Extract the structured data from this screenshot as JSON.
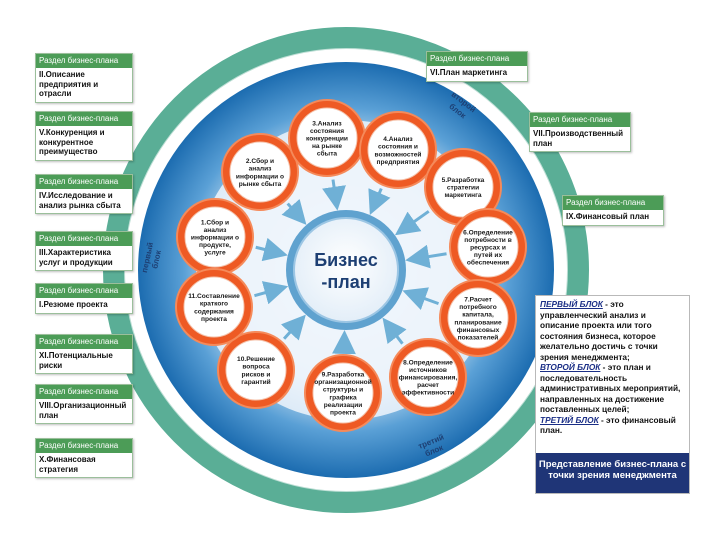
{
  "center": {
    "line1": "Бизнес",
    "line2": "-план"
  },
  "ring_labels": {
    "first": [
      "первый",
      "блок"
    ],
    "second": [
      "второй",
      "блок"
    ],
    "third": [
      "третий",
      "блок"
    ]
  },
  "nodes": [
    {
      "lines": [
        "1.Сбор и",
        "анализ",
        "информации о",
        "продукте,",
        "услуге"
      ]
    },
    {
      "lines": [
        "2.Сбор и",
        "анализ",
        "информации о",
        "рынке сбыта"
      ]
    },
    {
      "lines": [
        "3.Анализ",
        "состояния",
        "конкуренции",
        "на рынке",
        "сбыта"
      ]
    },
    {
      "lines": [
        "4.Анализ",
        "состояния и",
        "возможностей",
        "предприятия"
      ]
    },
    {
      "lines": [
        "5.Разработка",
        "стратегии",
        "маркетинга"
      ]
    },
    {
      "lines": [
        "6.Определение",
        "потребности в",
        "ресурсах и",
        "путей их",
        "обеспечения"
      ]
    },
    {
      "lines": [
        "7.Расчет",
        "потребного",
        "капитала,",
        "планирование",
        "финансовых",
        "показателей"
      ]
    },
    {
      "lines": [
        "8.Определение",
        "источников",
        "финансирования,",
        "расчет",
        "эффективности"
      ]
    },
    {
      "lines": [
        "9.Разработка",
        "организационной",
        "структуры и",
        "графика",
        "реализации",
        "проекта"
      ]
    },
    {
      "lines": [
        "10.Решение",
        "вопроса",
        "рисков и",
        "гарантий"
      ]
    },
    {
      "lines": [
        "11.Составление",
        "краткого",
        "содержания",
        "проекта"
      ]
    }
  ],
  "section_header": "Раздел бизнес-плана",
  "left_sections": [
    {
      "title": "II.Описание предприятия и отрасли"
    },
    {
      "title": "V.Конкуренция и конкурентное преимущество"
    },
    {
      "title": "IV.Исследование и анализ рынка сбыта"
    },
    {
      "title": "III.Характеристика услуг и продукции"
    },
    {
      "title": "I.Резюме проекта"
    },
    {
      "title": "XI.Потенциальные риски"
    },
    {
      "title": "VIII.Организационный план"
    },
    {
      "title": "X.Финансовая стратегия"
    }
  ],
  "right_sections": [
    {
      "title": "VI.План маркетинга"
    },
    {
      "title": "VII.Производственный план"
    },
    {
      "title": "IX.Финансовый план"
    }
  ],
  "legend": {
    "block1_label": "ПЕРВЫЙ БЛОК",
    "block1_text": " - это управленческий анализ и описание проекта или того состояния бизнеса, которое желательно достичь с точки зрения менеджмента;",
    "block2_label": "ВТОРОЙ БЛОК",
    "block2_text": " - это план и последовательность административных мероприятий, направленных на достижение поставленных целей;",
    "block3_label": "ТРЕТИЙ БЛОК",
    "block3_text": " - это финансовый план.",
    "footer": "Представление бизнес-плана с точки зрения менеджмента"
  },
  "colors": {
    "outer_ring": "#5aae96",
    "blue_disc": "#1f73b7",
    "node_orange": "#ee5a24",
    "section_header": "#4c9c57",
    "legend_footer": "#1f3577"
  }
}
